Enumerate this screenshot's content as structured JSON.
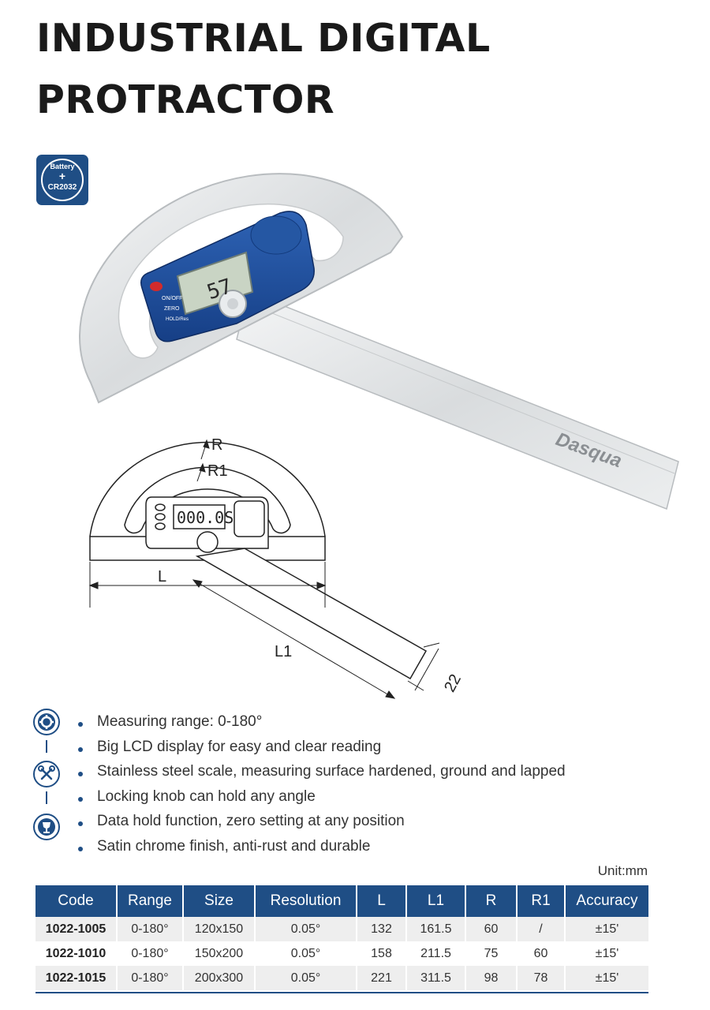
{
  "title": {
    "line1": "INDUSTRIAL DIGITAL",
    "line2": "PROTRACTOR"
  },
  "badge": {
    "top": "Battery",
    "plus": "+",
    "bottom": "CR2032"
  },
  "product_photo": {
    "lcd_reading": "57",
    "brand": "Dasqua",
    "button_labels": [
      "ON/OFF",
      "ZERO",
      "HOLD/Res"
    ]
  },
  "drawing": {
    "label_R": "R",
    "label_R1": "R1",
    "label_L": "L",
    "label_L1": "L1",
    "label_width": "22",
    "lcd_text": "000.0S"
  },
  "feature_icons": [
    "gear-icon",
    "tools-icon",
    "trophy-icon"
  ],
  "features": [
    "Measuring range: 0-180°",
    "Big LCD display for easy and clear reading",
    "Stainless steel scale, measuring surface hardened, ground and lapped",
    "Locking knob can hold any angle",
    "Data hold function, zero setting at any position",
    "Satin chrome finish, anti-rust and durable"
  ],
  "unit": "Unit:mm",
  "table": {
    "headers": [
      "Code",
      "Range",
      "Size",
      "Resolution",
      "L",
      "L1",
      "R",
      "R1",
      "Accuracy"
    ],
    "rows": [
      [
        "1022-1005",
        "0-180°",
        "120x150",
        "0.05°",
        "132",
        "161.5",
        "60",
        "/",
        "±15'"
      ],
      [
        "1022-1010",
        "0-180°",
        "150x200",
        "0.05°",
        "158",
        "211.5",
        "75",
        "60",
        "±15'"
      ],
      [
        "1022-1015",
        "0-180°",
        "200x300",
        "0.05°",
        "221",
        "311.5",
        "98",
        "78",
        "±15'"
      ]
    ]
  },
  "colors": {
    "brand_blue": "#1f4e85",
    "row_shade": "#eeeeee"
  }
}
